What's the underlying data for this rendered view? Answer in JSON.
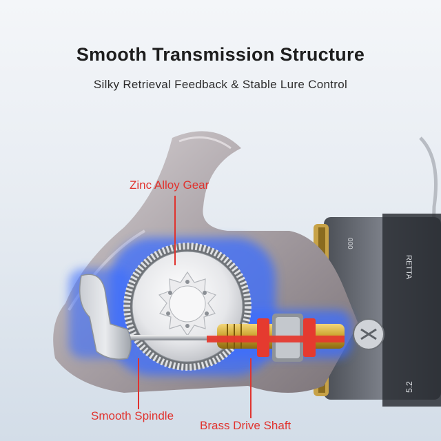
{
  "header": {
    "title": "Smooth Transmission Structure",
    "subtitle": "Silky Retrieval Feedback & Stable Lure Control"
  },
  "callouts": {
    "gear": "Zinc Alloy Gear",
    "spindle": "Smooth Spindle",
    "shaft": "Brass Drive Shaft"
  },
  "spool_marks": {
    "brand_fragment": "RETTA",
    "size_fragment": "000",
    "ratio_fragment": "5.2"
  },
  "colors": {
    "callout": "#e0332e",
    "glow": "#3b6dff",
    "brass": "#c9a22b",
    "seal_red": "#e53a2f"
  }
}
